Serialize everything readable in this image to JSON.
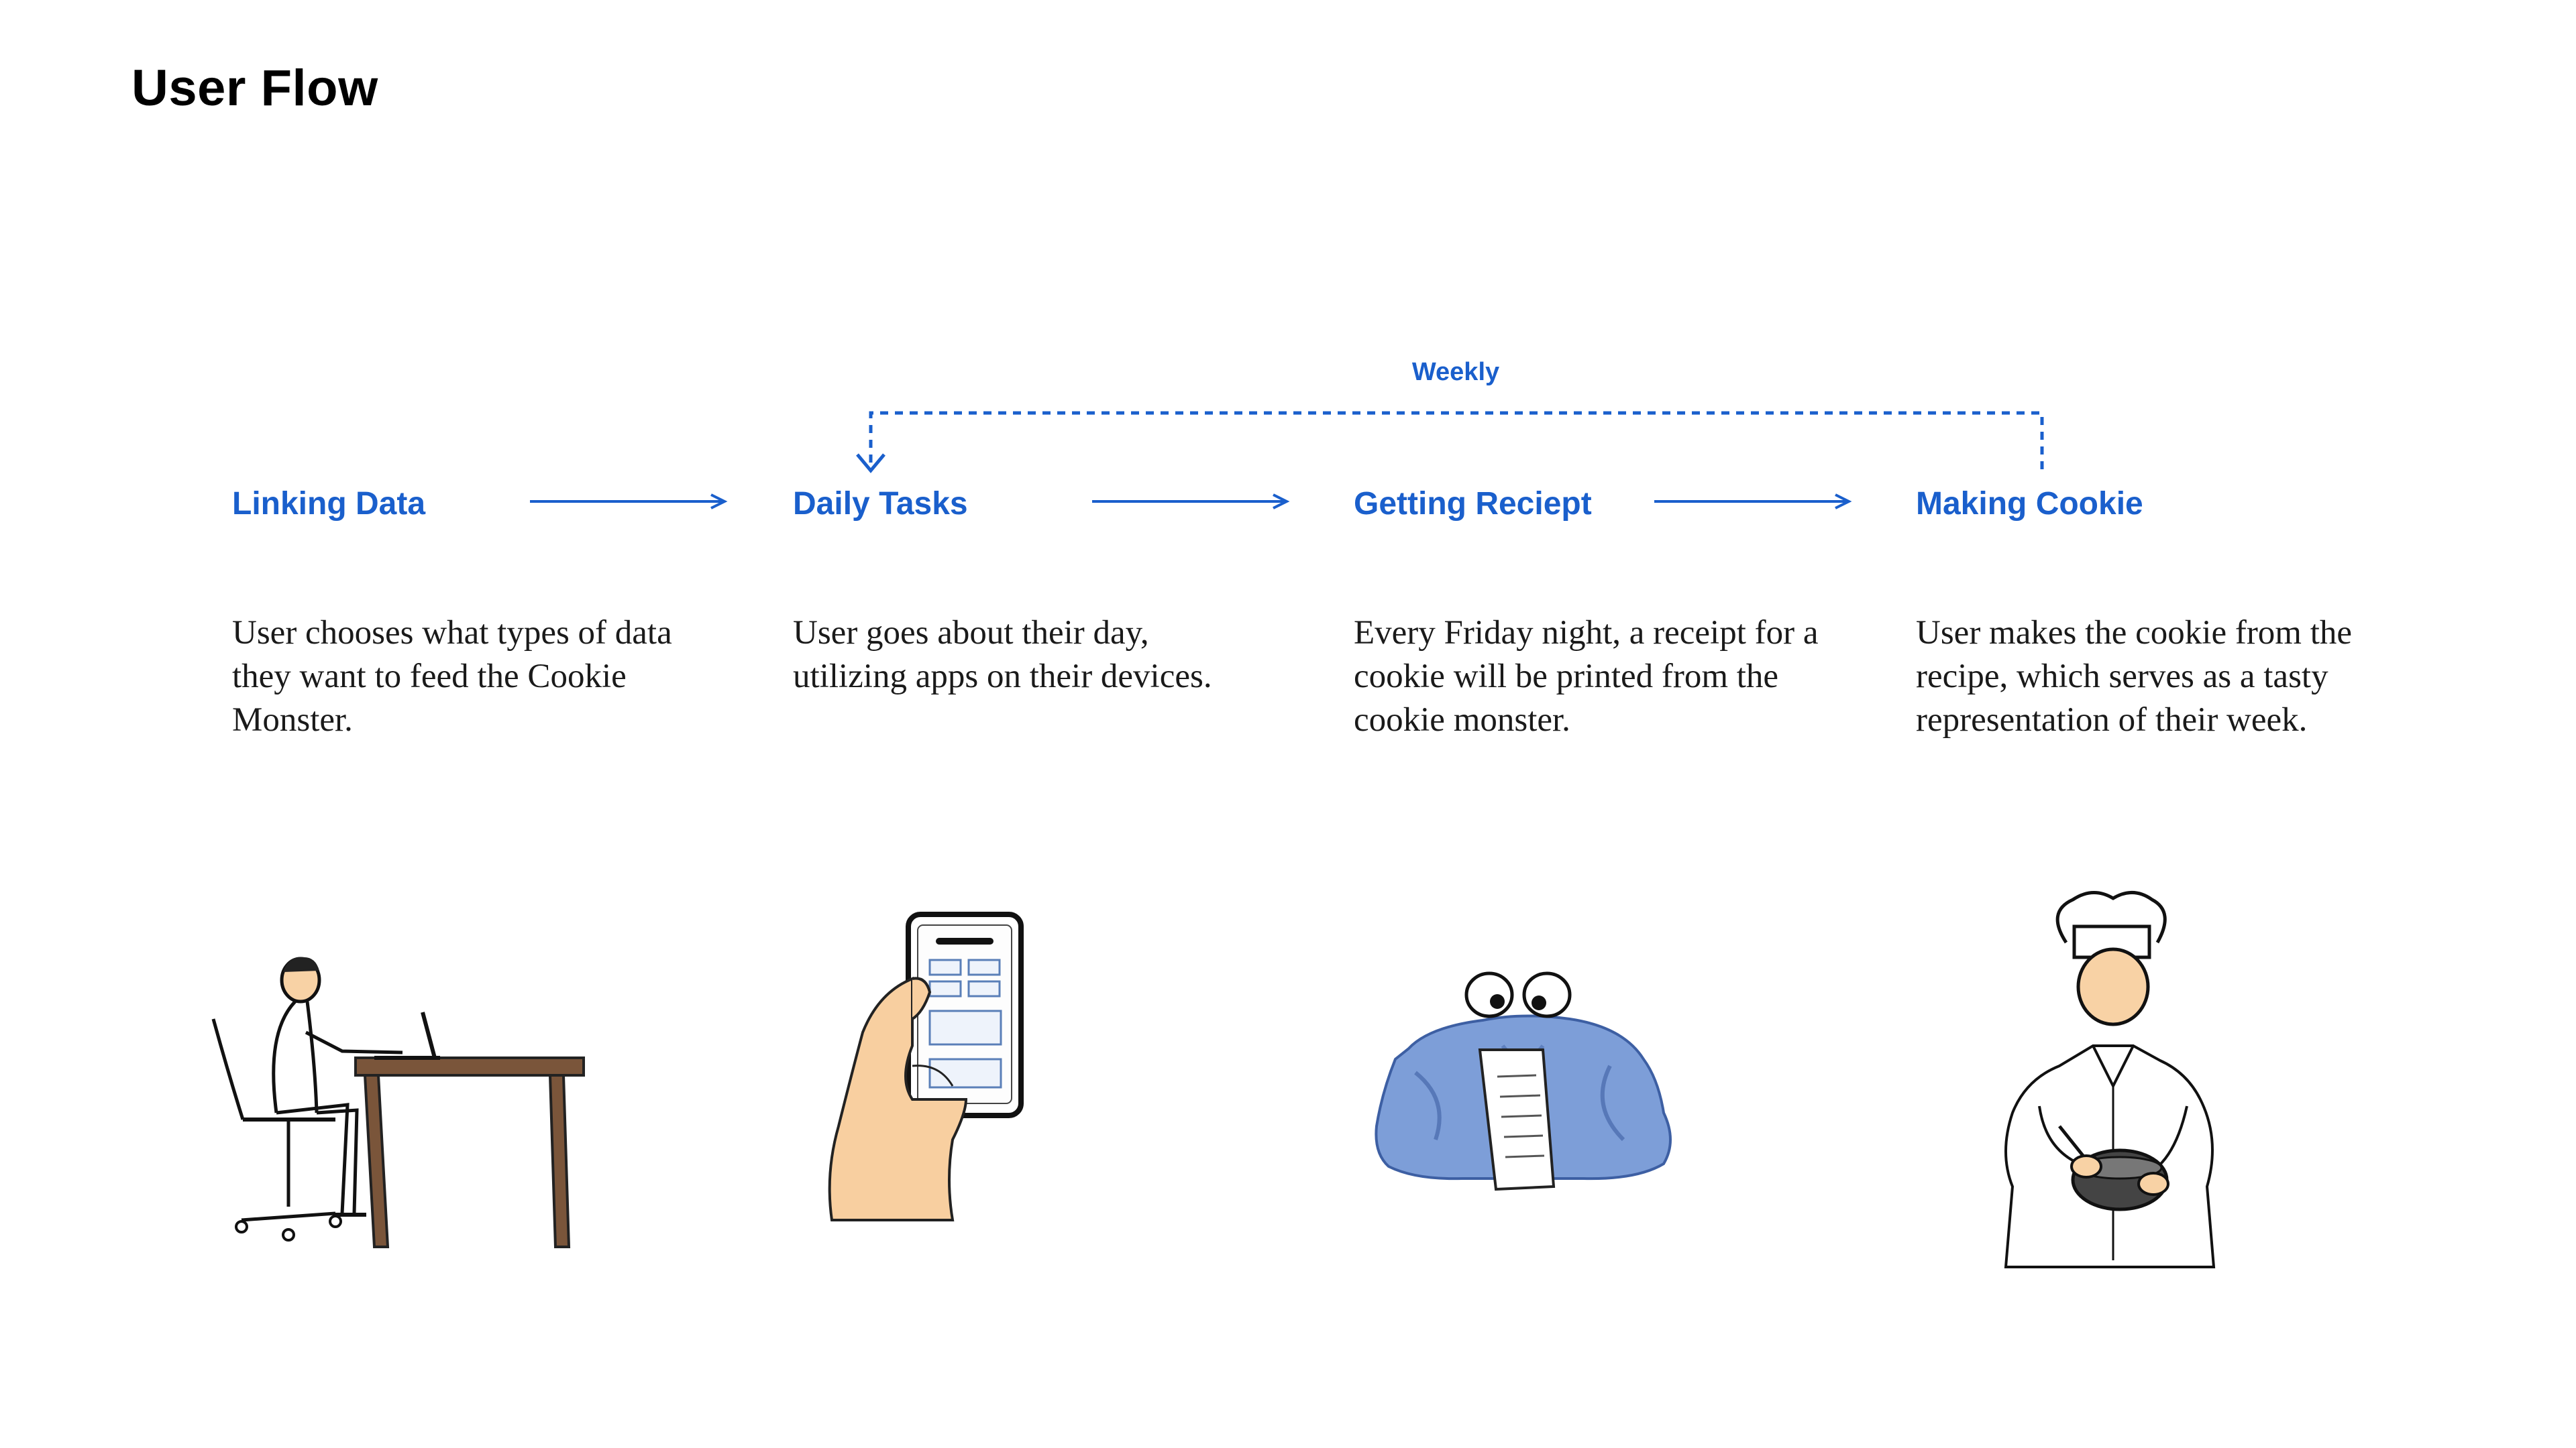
{
  "page": {
    "title": "User Flow"
  },
  "loop": {
    "label": "Weekly"
  },
  "colors": {
    "accent": "#1a5fcc",
    "text": "#1a1a1a",
    "heading": "#000000"
  },
  "steps": [
    {
      "title": "Linking Data",
      "description": "User chooses what types of data they want to feed the Cookie Monster.",
      "icon": "person-at-laptop-desk-illustration"
    },
    {
      "title": "Daily Tasks",
      "description": "User goes about their day, utilizing apps on their devices.",
      "icon": "hand-holding-phone-illustration"
    },
    {
      "title": "Getting Reciept",
      "description": "Every Friday night, a receipt for a cookie will be printed from the cookie monster.",
      "icon": "cookie-monster-receipt-illustration"
    },
    {
      "title": "Making Cookie",
      "description": "User makes the cookie from the recipe, which serves as a tasty representation of their week.",
      "icon": "chef-mixing-bowl-illustration"
    }
  ]
}
